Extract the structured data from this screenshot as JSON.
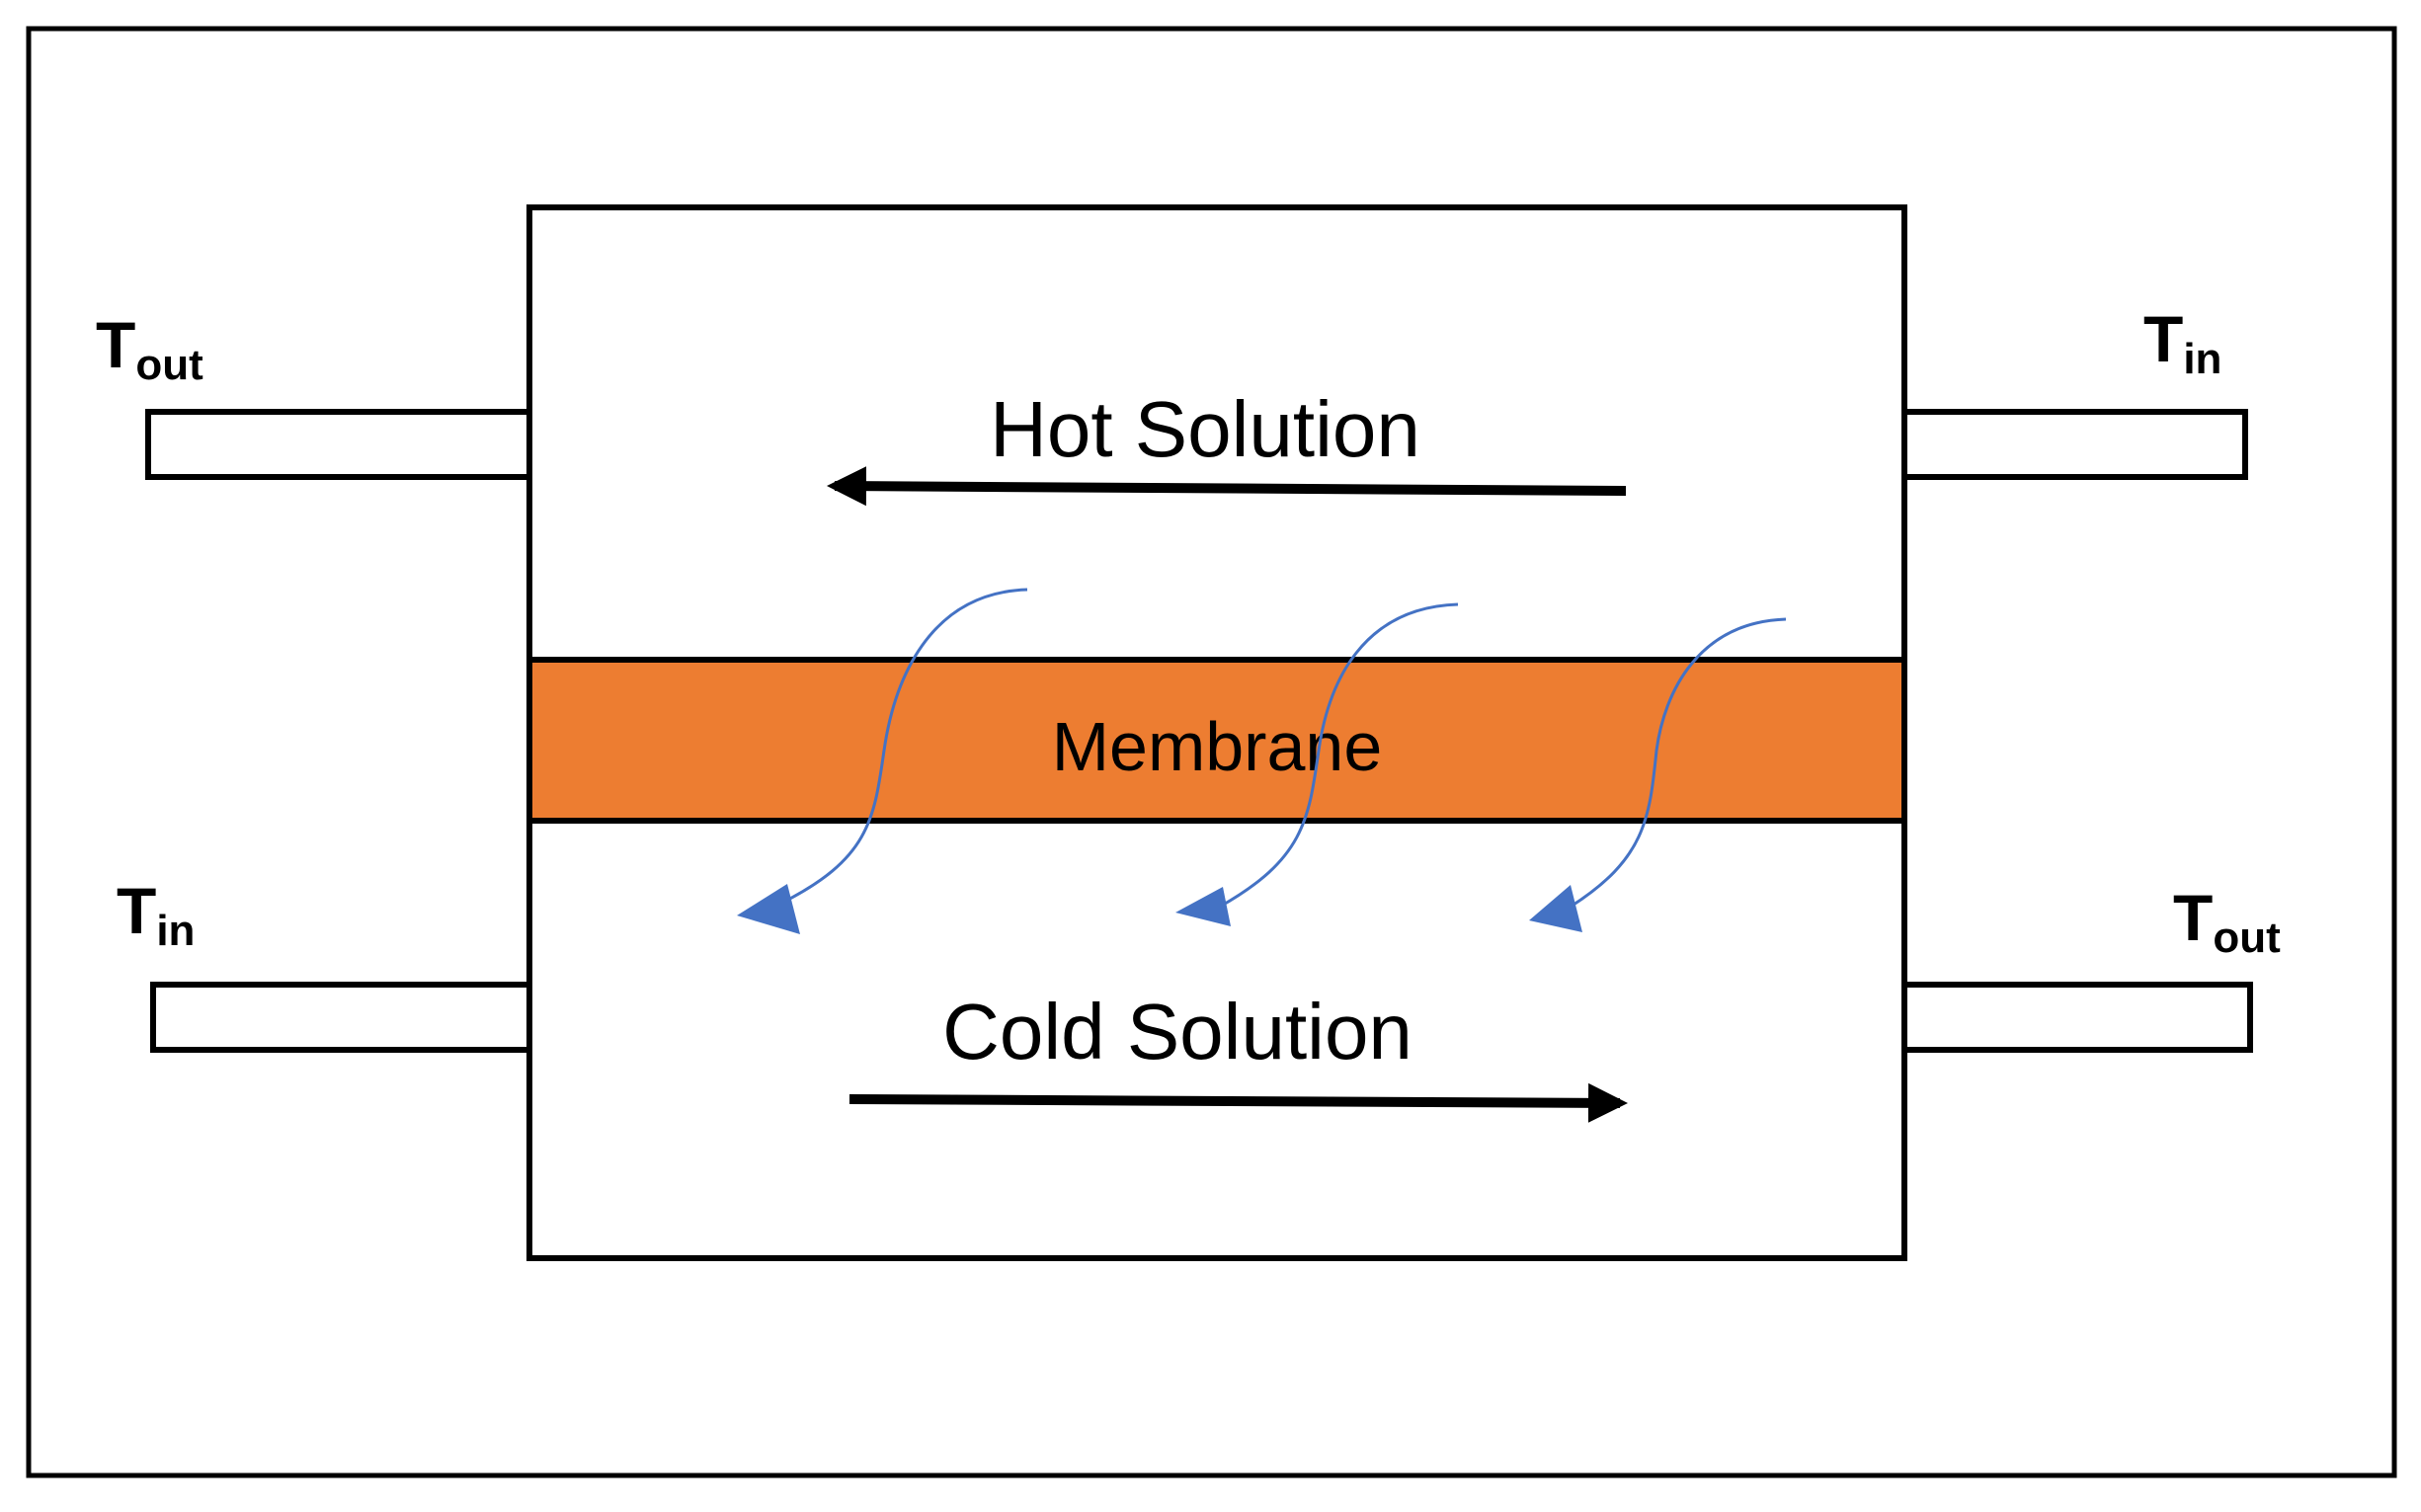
{
  "labels": {
    "hot_solution": "Hot Solution",
    "cold_solution": "Cold Solution",
    "membrane": "Membrane"
  },
  "temperatures": {
    "top_left": {
      "main": "T",
      "sub": "out"
    },
    "top_right": {
      "main": "T",
      "sub": "in"
    },
    "bottom_left": {
      "main": "T",
      "sub": "in"
    },
    "bottom_right": {
      "main": "T",
      "sub": "out"
    }
  },
  "colors": {
    "membrane": "#ED7D31",
    "transfer_arrow": "#4472C4",
    "outline": "#000000"
  }
}
